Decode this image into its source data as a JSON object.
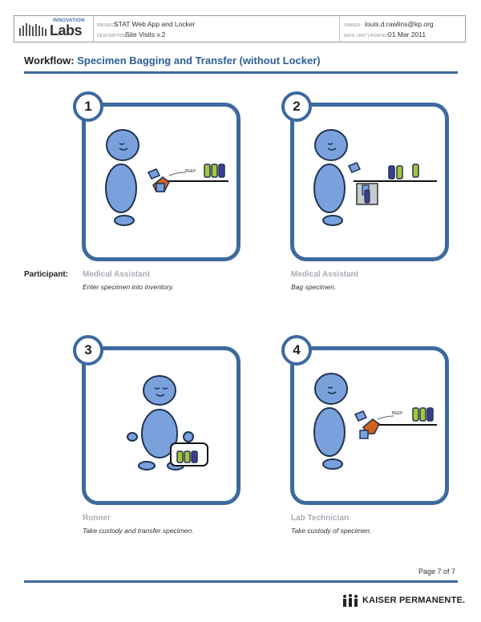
{
  "header": {
    "logo_top": "INNOVATION",
    "logo_main": "Labs",
    "project_label": "PROJECT:",
    "project_value": "STAT Web App and Locker",
    "description_label": "DESCRIPTION:",
    "description_value": "Site Visits v.2",
    "owner_label": "OWNER:",
    "owner_value": "louis.d.rawlins@kp.org",
    "updated_label": "DATE LAST UPDATED:",
    "updated_value": "01 Mar 2011"
  },
  "workflow": {
    "label": "Workflow:",
    "name": "Specimen Bagging and Transfer (without Locker)"
  },
  "participant_label": "Participant:",
  "steps": [
    {
      "number": "1",
      "role": "Medical Assistant",
      "description": "Enter specimen into inventory."
    },
    {
      "number": "2",
      "role": "Medical Assistant",
      "description": "Bag specimen."
    },
    {
      "number": "3",
      "role": "Runner",
      "description": "Take custody and transfer specimen."
    },
    {
      "number": "4",
      "role": "Lab Technician",
      "description": "Take custody of specimen."
    }
  ],
  "footer": {
    "page": "Page 7 of 7",
    "brand": "KAISER PERMANENTE."
  },
  "colors": {
    "accent": "#3d6a9e",
    "figure": "#7aa1dc",
    "scanner": "#d2601e",
    "tube_green": "#a6c43a",
    "tube_navy": "#3b3f8f"
  }
}
